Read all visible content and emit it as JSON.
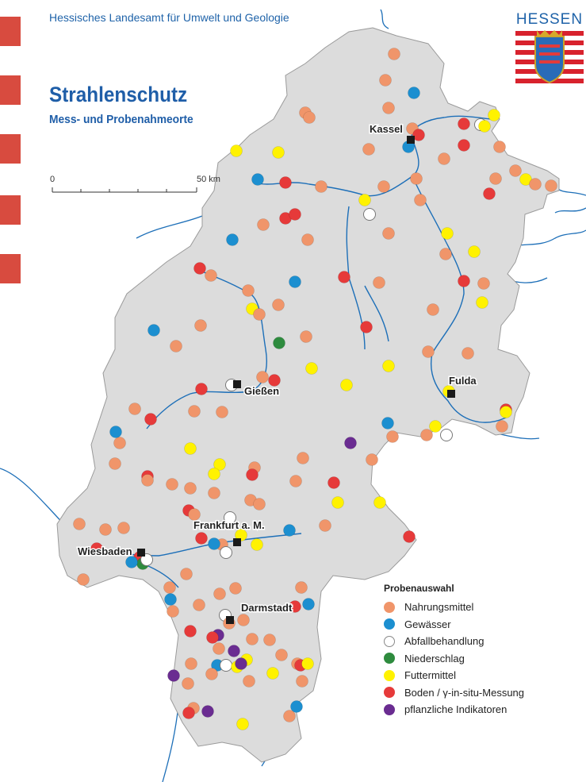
{
  "header": {
    "agency": "Hessisches Landesamt für Umwelt und Geologie",
    "brand": "HESSEN",
    "title": "Strahlenschutz",
    "subtitle": "Mess- und Probenahmeorte"
  },
  "scalebar": {
    "start_label": "0",
    "end_label": "50 km"
  },
  "cities": [
    {
      "name": "Kassel",
      "label": "Kassel"
    },
    {
      "name": "Fulda",
      "label": "Fulda"
    },
    {
      "name": "Giessen",
      "label": "Gießen"
    },
    {
      "name": "Frankfurt",
      "label": "Frankfurt a. M."
    },
    {
      "name": "Wiesbaden",
      "label": "Wiesbaden"
    },
    {
      "name": "Darmstadt",
      "label": "Darmstadt"
    }
  ],
  "legend": {
    "title": "Probenauswahl",
    "items": [
      {
        "label": "Nahrungsmittel",
        "color": "#f0956a"
      },
      {
        "label": "Gewässer",
        "color": "#1c8fd0"
      },
      {
        "label": "Abfallbehandlung",
        "color": "#ffffff"
      },
      {
        "label": "Niederschlag",
        "color": "#2e8b3e"
      },
      {
        "label": "Futtermittel",
        "color": "#fff200"
      },
      {
        "label": "Boden / γ-in-situ-Messung",
        "color": "#e63a3a"
      },
      {
        "label": "pflanzliche Indikatoren",
        "color": "#6a2c91"
      }
    ]
  },
  "colors": {
    "brand_blue": "#1f5ea8",
    "land": "#dcdcdc",
    "river": "#1d6fb8",
    "accent_red": "#d84b3f"
  }
}
